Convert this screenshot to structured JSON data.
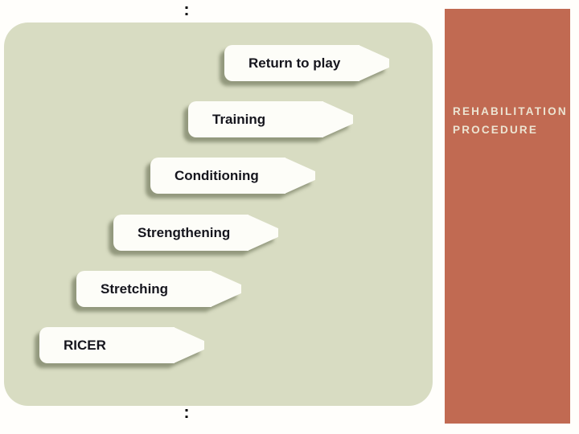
{
  "slide": {
    "top_colon": ":",
    "bottom_colon": ":",
    "title_panel": {
      "line1": "REHABILITATION",
      "line2": "PROCEDURE",
      "bg_color": "#c16a52",
      "text_color": "#ece4d2"
    },
    "diagram": {
      "bg_color": "#d8dcc2",
      "arrow_fill": "#fdfdf8",
      "label_color": "#15151d",
      "steps": [
        {
          "label": "Return to play"
        },
        {
          "label": "Training"
        },
        {
          "label": "Conditioning"
        },
        {
          "label": "Strengthening"
        },
        {
          "label": "Stretching"
        },
        {
          "label": "RICER"
        }
      ]
    }
  }
}
